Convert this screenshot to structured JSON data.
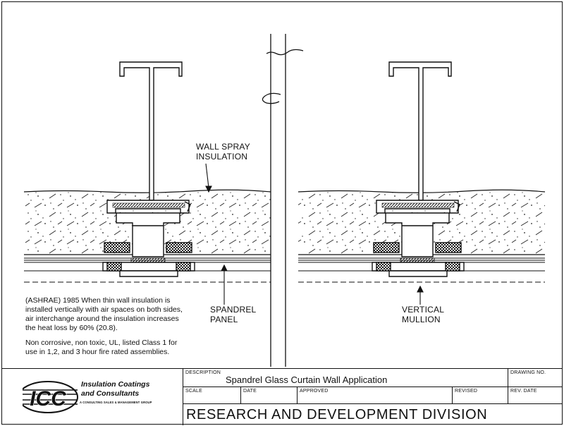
{
  "drawing": {
    "labels": {
      "wall_spray_1": "WALL SPRAY",
      "wall_spray_2": "INSULATION",
      "spandrel_1": "SPANDREL",
      "spandrel_2": "PANEL",
      "vertical_1": "VERTICAL",
      "vertical_2": "MULLION"
    },
    "notes": {
      "ashrae_1": "(ASHRAE) 1985 When thin wall insulation is",
      "ashrae_2": "installed vertically with air spaces on both sides,",
      "ashrae_3": "air interchange around the insulation increases",
      "ashrae_4": "the heat loss by 60% (20.8).",
      "ul_1": "Non corrosive, non toxic, UL,  listed Class 1 for",
      "ul_2": "use in 1,2, and 3 hour fire rated assemblies."
    }
  },
  "title_block": {
    "logo": {
      "mark": "ICC",
      "line1": "Insulation Coatings",
      "line2": "and Consultants",
      "line3": "A CONSULTING SALES & MANAGEMENT GROUP"
    },
    "description_label": "DESCRIPTION",
    "description": "Spandrel Glass Curtain Wall Application",
    "drawing_no_label": "DRAWING NO.",
    "scale_label": "SCALE",
    "date_label": "DATE",
    "approved_label": "APPROVED",
    "revised_label": "REVISED",
    "rev_date_label": "REV. DATE",
    "division": "RESEARCH AND DEVELOPMENT DIVISION"
  }
}
